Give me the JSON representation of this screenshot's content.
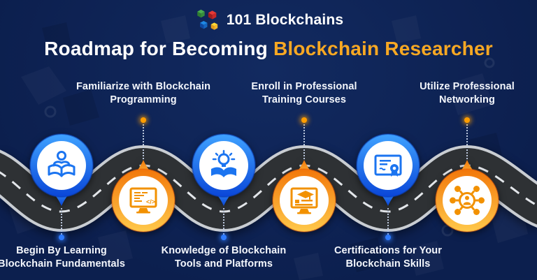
{
  "logo": {
    "text": "101 Blockchains",
    "cube_colors": {
      "green": "#43a047",
      "red": "#d32f2f",
      "blue": "#1565c0",
      "yellow": "#f4c22b"
    }
  },
  "title": {
    "regular": "Roadmap for Becoming ",
    "highlight": "Blockchain Researcher",
    "regular_color": "#ffffff",
    "highlight_color": "#f7a823"
  },
  "milestones": [
    {
      "label": "Begin By Learning\nBlockchain Fundamentals",
      "side": "bottom",
      "pin_color": "blue",
      "icon": "reading-book-icon"
    },
    {
      "label": "Familiarize with Blockchain\nProgramming",
      "side": "top",
      "pin_color": "orange",
      "icon": "code-monitor-icon"
    },
    {
      "label": "Knowledge of Blockchain\nTools and Platforms",
      "side": "bottom",
      "pin_color": "blue",
      "icon": "idea-book-icon"
    },
    {
      "label": "Enroll in Professional\nTraining Courses",
      "side": "top",
      "pin_color": "orange",
      "icon": "online-training-icon"
    },
    {
      "label": "Certifications for Your\nBlockchain Skills",
      "side": "bottom",
      "pin_color": "blue",
      "icon": "certificate-icon"
    },
    {
      "label": "Utilize Professional\nNetworking",
      "side": "top",
      "pin_color": "orange",
      "icon": "professional-network-icon"
    }
  ],
  "icons": {
    "code_glyph": "</>"
  },
  "colors": {
    "background": "#0c1f4e",
    "road_asphalt": "#2e3134",
    "road_edge": "#c9cdd2",
    "road_dash": "#e3e6ea",
    "pin_blue_top": "#3fa2ff",
    "pin_blue_bottom": "#0a46d8",
    "pin_orange_top": "#f57f0e",
    "pin_orange_bottom": "#ffc94b",
    "icon_blue": "#1b74f0",
    "icon_orange": "#f29100",
    "accent_title": "#f7a823"
  }
}
